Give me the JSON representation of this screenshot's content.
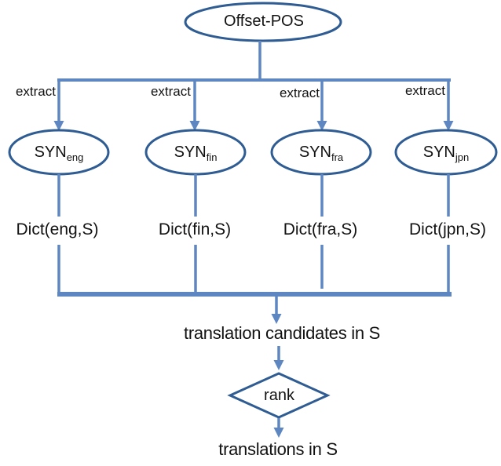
{
  "accent": {
    "shape_stroke": "#2e5c93",
    "connector": "#5e87c2",
    "text_color": "#121212",
    "background": "#ffffff"
  },
  "root": {
    "label": "Offset-POS"
  },
  "columns": [
    {
      "extract_label": "extract",
      "syn_base": "SYN",
      "syn_sub": "eng",
      "dict_label": "Dict(eng,S)"
    },
    {
      "extract_label": "extract",
      "syn_base": "SYN",
      "syn_sub": "fin",
      "dict_label": "Dict(fin,S)"
    },
    {
      "extract_label": "extract",
      "syn_base": "SYN",
      "syn_sub": "fra",
      "dict_label": "Dict(fra,S)"
    },
    {
      "extract_label": "extract",
      "syn_base": "SYN",
      "syn_sub": "jpn",
      "dict_label": "Dict(jpn,S)"
    }
  ],
  "merge": {
    "candidates_label": "translation candidates in S"
  },
  "rank": {
    "label": "rank"
  },
  "output": {
    "label": "translations in S"
  }
}
